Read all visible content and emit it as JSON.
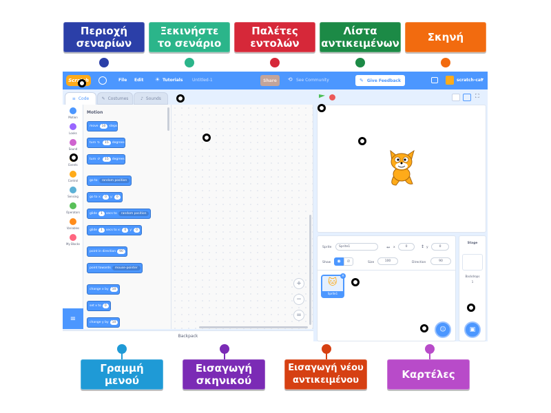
{
  "labels_top": [
    {
      "text": "Περιοχή σεναρίων",
      "color": "#2b3fa8"
    },
    {
      "text": "Ξεκινήστε το σενάριο",
      "color": "#2bb58a"
    },
    {
      "text": "Παλέτες εντολών",
      "color": "#d62839"
    },
    {
      "text": "Λίστα αντικειμένων",
      "color": "#1c8a46"
    },
    {
      "text": "Σκηνή",
      "color": "#f26b0f"
    }
  ],
  "labels_bottom": [
    {
      "text": "Γραμμή μενού",
      "color": "#1f9ad6"
    },
    {
      "text": "Εισαγωγή σκηνικού",
      "color": "#7b2bb5"
    },
    {
      "text": "Εισαγωγή νέου αντικειμένου",
      "color": "#d64012"
    },
    {
      "text": "Καρτέλες",
      "color": "#b84bc9"
    }
  ],
  "menubar": {
    "logo": "Scratch",
    "file": "File",
    "edit": "Edit",
    "tutorials": "Tutorials",
    "project_title": "Untitled-1",
    "share": "Share",
    "see_community": "See Community",
    "give_feedback": "Give Feedback",
    "username": "scratch-cat"
  },
  "tabs": {
    "code": "Code",
    "costumes": "Costumes",
    "sounds": "Sounds"
  },
  "categories": [
    {
      "name": "Motion",
      "color": "#4c97ff"
    },
    {
      "name": "Looks",
      "color": "#9966ff"
    },
    {
      "name": "Sound",
      "color": "#cf63cf"
    },
    {
      "name": "Events",
      "color": "#ffbf00"
    },
    {
      "name": "Control",
      "color": "#ffab19"
    },
    {
      "name": "Sensing",
      "color": "#5cb1d6"
    },
    {
      "name": "Operators",
      "color": "#59c059"
    },
    {
      "name": "Variables",
      "color": "#ff8c1a"
    },
    {
      "name": "My Blocks",
      "color": "#ff6680"
    }
  ],
  "palette": {
    "title": "Motion",
    "move": "move",
    "move_val": "10",
    "steps": "steps",
    "turn": "turn",
    "turn_val": "15",
    "degrees": "degrees",
    "goto": "go to",
    "random_position": "random position",
    "goto_xy": "go to x:",
    "zero": "0",
    "y": "y:",
    "glide": "glide",
    "glide_val": "1",
    "secs_to": "secs to",
    "glide_xy": "secs to x:",
    "point_dir": "point in direction",
    "dir_val": "90",
    "point_towards": "point towards",
    "mouse_pointer": "mouse-pointer",
    "change_x": "change x by",
    "change_val": "10",
    "set_x": "set x to",
    "change_y": "change y by"
  },
  "backpack": "Backpack",
  "sprite_info": {
    "sprite_label": "Sprite",
    "sprite_name": "Sprite1",
    "x_label": "x",
    "x_val": "0",
    "y_label": "y",
    "y_val": "0",
    "show_label": "Show",
    "size_label": "Size",
    "size_val": "100",
    "direction_label": "Direction",
    "direction_val": "90"
  },
  "sprite_thumb": "Sprite1",
  "stage_pane": {
    "title": "Stage",
    "backdrops": "Backdrops",
    "backdrop_count": "1"
  }
}
